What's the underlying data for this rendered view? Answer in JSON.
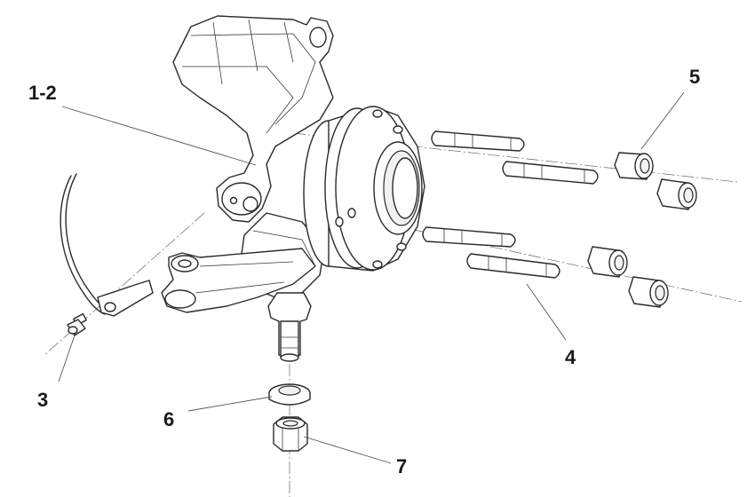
{
  "callouts": [
    {
      "id": "c1",
      "text": "1-2"
    },
    {
      "id": "c3",
      "text": "3"
    },
    {
      "id": "c4",
      "text": "4"
    },
    {
      "id": "c5",
      "text": "5"
    },
    {
      "id": "c6",
      "text": "6"
    },
    {
      "id": "c7",
      "text": "7"
    }
  ]
}
